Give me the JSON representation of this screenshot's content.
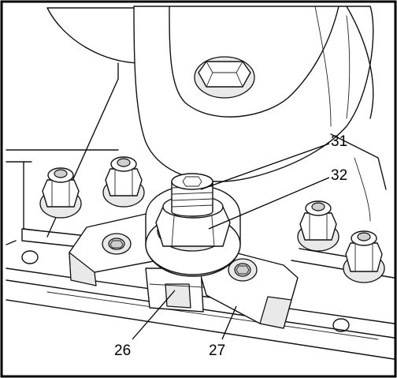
{
  "callouts": [
    {
      "id": "31",
      "label": "31"
    },
    {
      "id": "32",
      "label": "32"
    },
    {
      "id": "26",
      "label": "26"
    },
    {
      "id": "27",
      "label": "27"
    }
  ],
  "colors": {
    "line": "#111111",
    "background": "#ffffff",
    "shade": "#e9e9e9"
  }
}
